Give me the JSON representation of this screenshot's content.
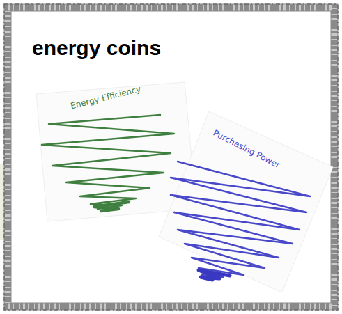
{
  "diagram": {
    "title": "energy coins",
    "labels": [
      "Energy Efficiency",
      "Purchasing Power"
    ]
  }
}
